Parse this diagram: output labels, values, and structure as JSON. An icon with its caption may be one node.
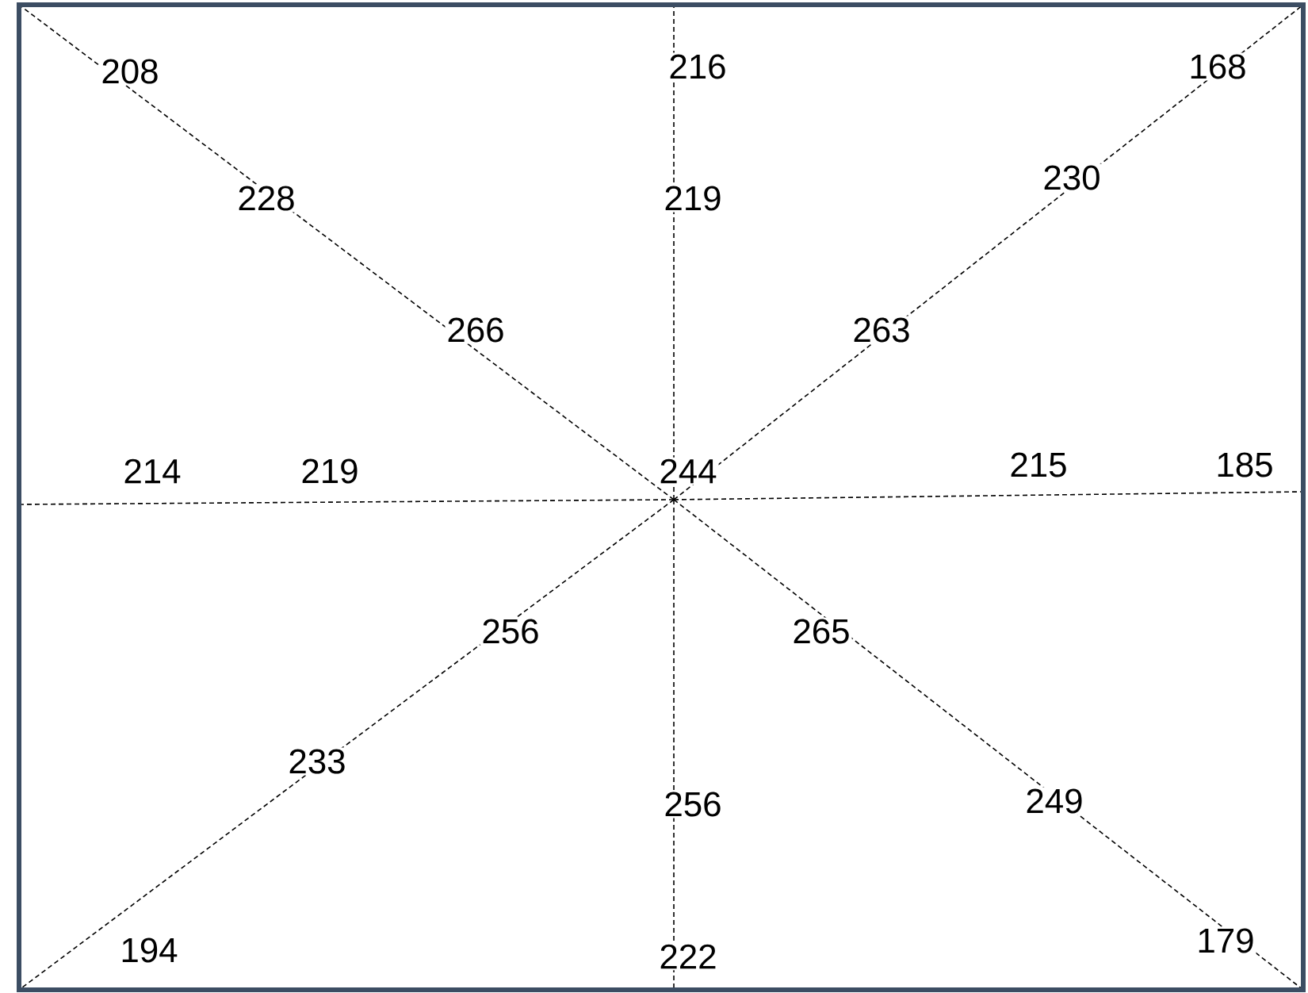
{
  "diagram": {
    "labels": [
      "208",
      "216",
      "168",
      "228",
      "219",
      "230",
      "266",
      "263",
      "214",
      "219",
      "244",
      "215",
      "185",
      "256",
      "265",
      "233",
      "256",
      "249",
      "194",
      "222",
      "179"
    ]
  }
}
